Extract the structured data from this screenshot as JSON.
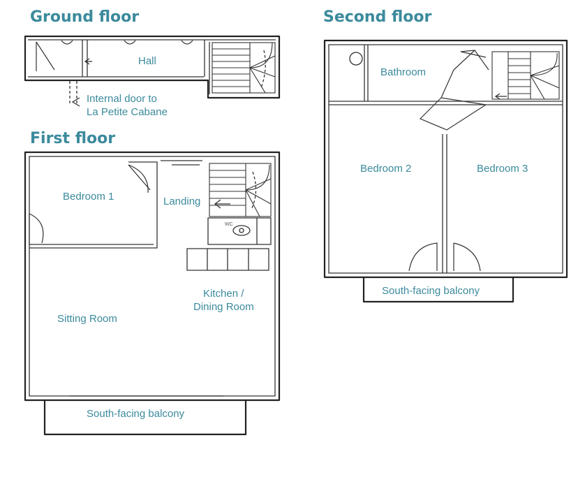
{
  "floors": {
    "ground": {
      "heading": "Ground floor",
      "rooms": {
        "hall": "Hall",
        "internal_door_line1": "Internal door to",
        "internal_door_line2": "La Petite Cabane"
      }
    },
    "first": {
      "heading": "First floor",
      "rooms": {
        "bedroom1": "Bedroom 1",
        "landing": "Landing",
        "wc": "WC",
        "sitting_room": "Sitting Room",
        "kitchen_line1": "Kitchen /",
        "kitchen_line2": "Dining Room",
        "balcony": "South-facing balcony"
      }
    },
    "second": {
      "heading": "Second floor",
      "rooms": {
        "bathroom": "Bathroom",
        "bedroom2": "Bedroom 2",
        "bedroom3": "Bedroom 3",
        "balcony": "South-facing balcony"
      }
    }
  },
  "colors": {
    "label": "#3b8a9c",
    "line": "#222222"
  }
}
